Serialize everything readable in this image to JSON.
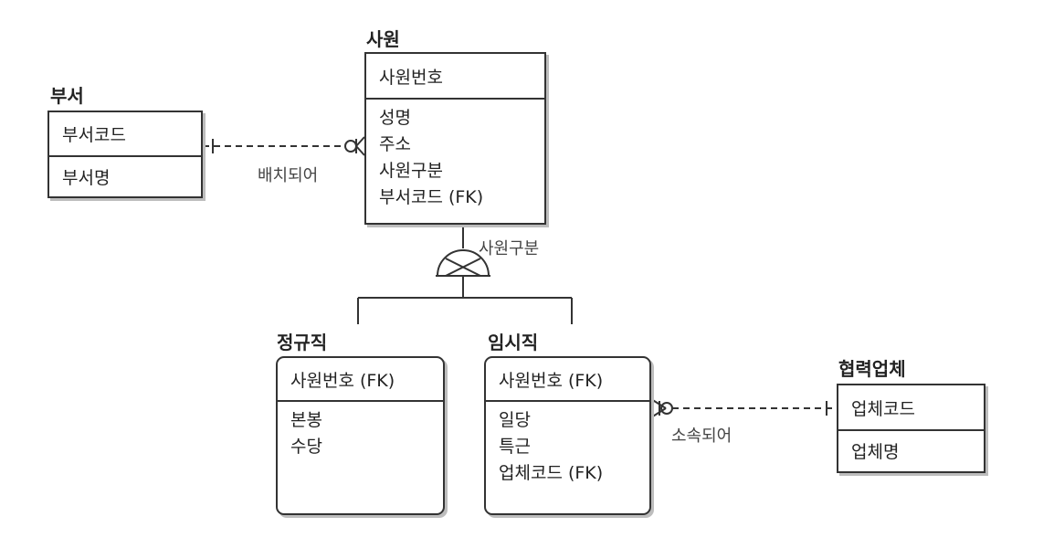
{
  "entities": {
    "buseo": {
      "title": "부서",
      "key": "부서코드",
      "attributes": [
        "부서명"
      ]
    },
    "sawon": {
      "title": "사원",
      "key": "사원번호",
      "attributes": [
        "성명",
        "주소",
        "사원구분",
        "부서코드 (FK)"
      ]
    },
    "jeonggyujik": {
      "title": "정규직",
      "key": "사원번호 (FK)",
      "attributes": [
        "본봉",
        "수당"
      ]
    },
    "imsijik": {
      "title": "임시직",
      "key": "사원번호 (FK)",
      "attributes": [
        "일당",
        "특근",
        "업체코드 (FK)"
      ]
    },
    "hyeomnyeok": {
      "title": "협력업체",
      "key": "업체코드",
      "attributes": [
        "업체명"
      ]
    }
  },
  "relationships": {
    "baechi": {
      "label": "배치되어"
    },
    "sosok": {
      "label": "소속되어"
    },
    "subtype": {
      "label": "사원구분"
    }
  }
}
